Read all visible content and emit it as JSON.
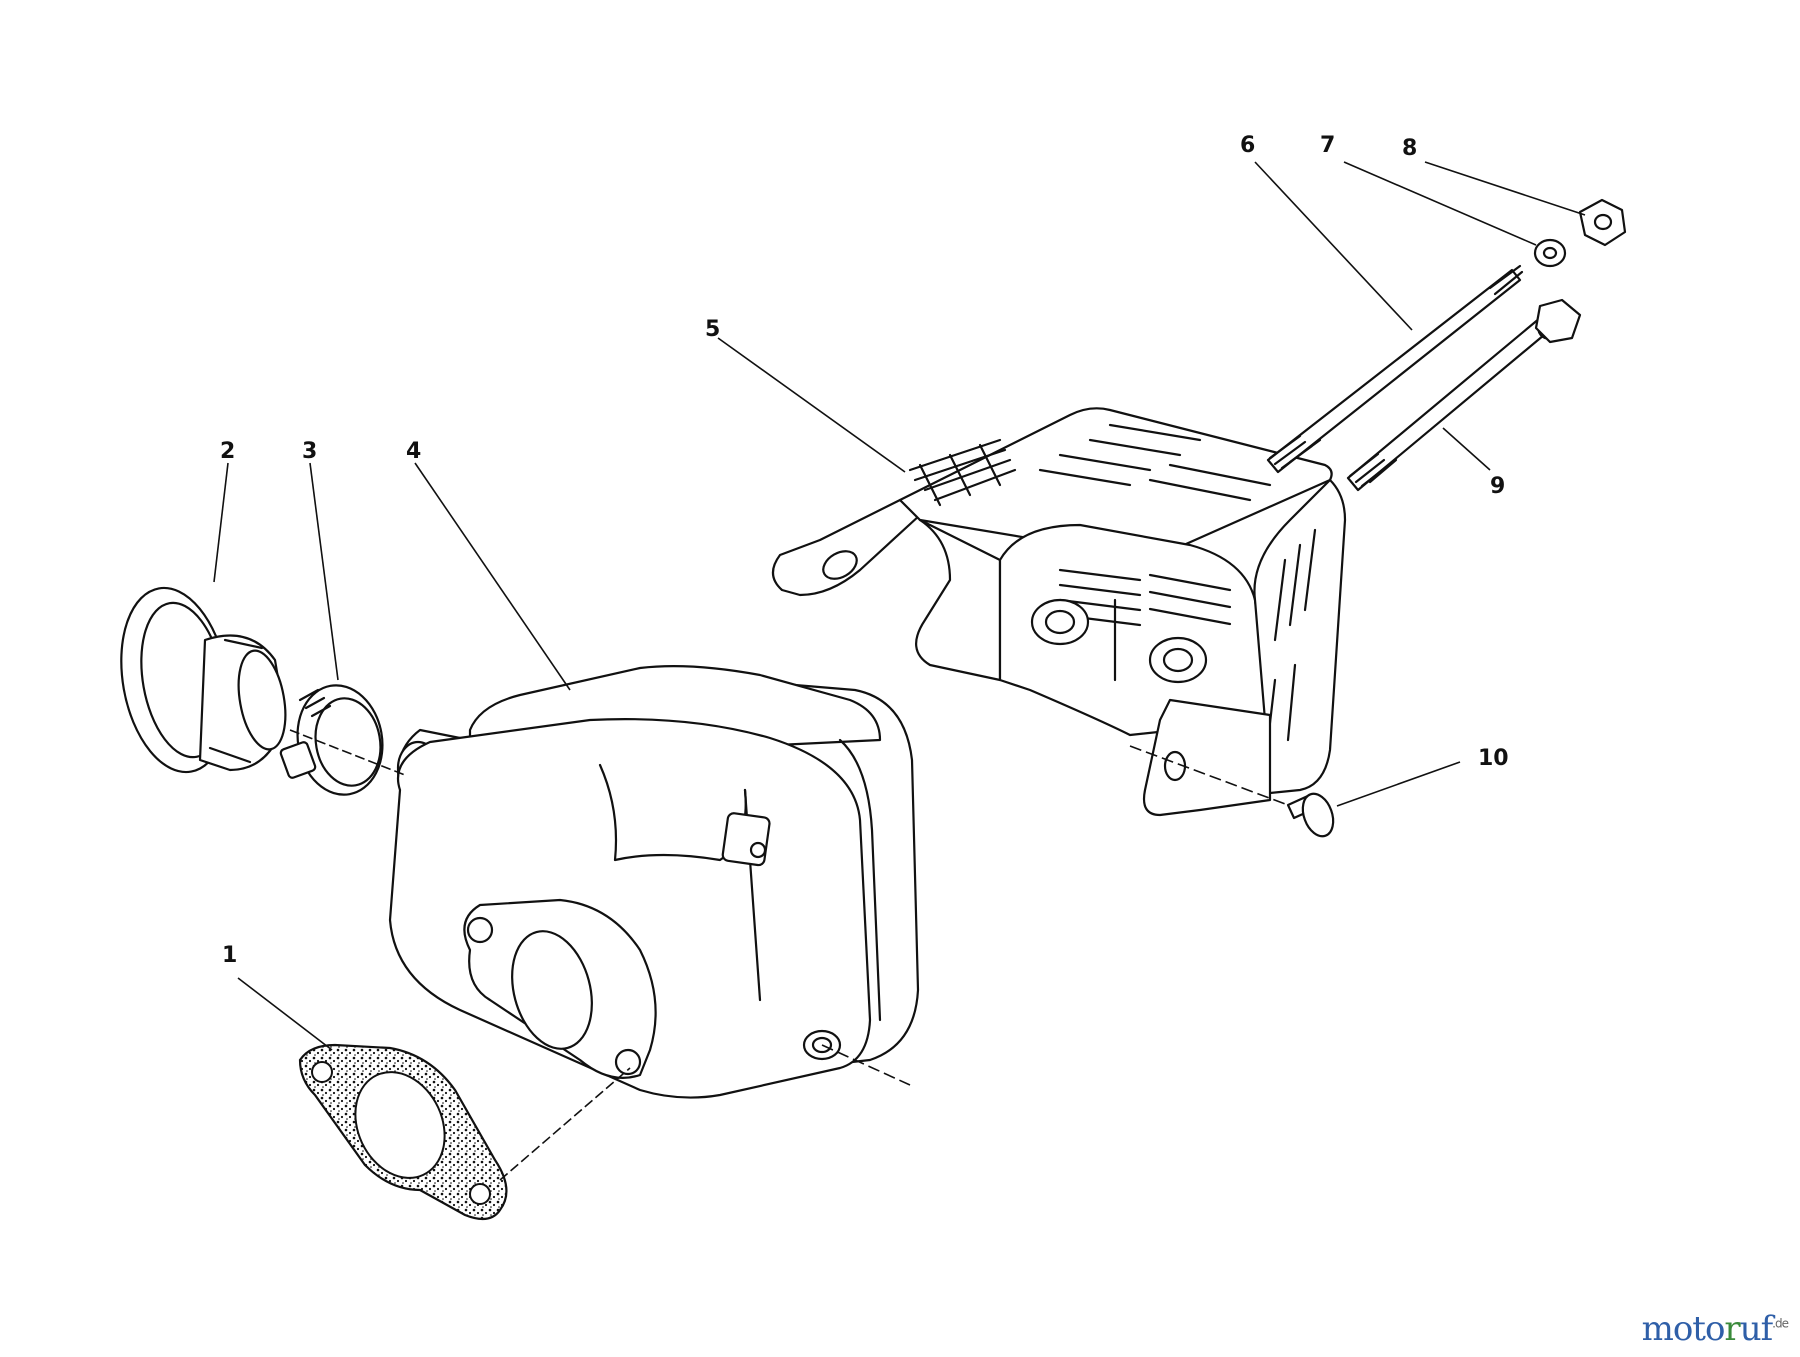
{
  "callouts": {
    "1": "1",
    "2": "2",
    "3": "3",
    "4": "4",
    "5": "5",
    "6": "6",
    "7": "7",
    "8": "8",
    "9": "9",
    "10": "10"
  },
  "watermark": {
    "text_main": "motoruf",
    "text_suffix": ".de",
    "colors": {
      "moto": "#2f5fa8",
      "r": "#3a8a3a",
      "uf": "#2f5fa8",
      "dot": "#d98c1a"
    }
  }
}
